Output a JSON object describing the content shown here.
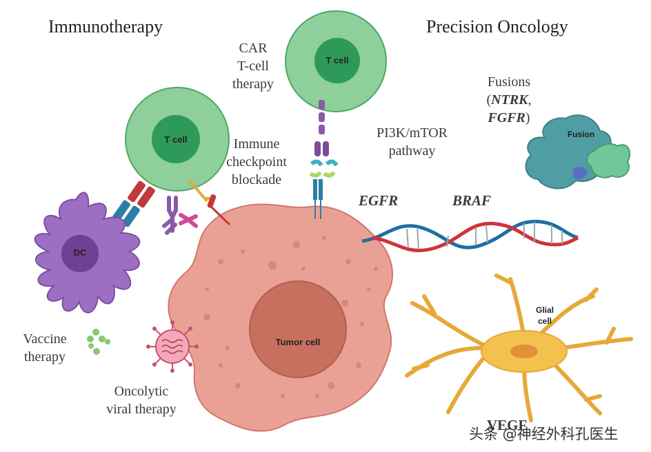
{
  "headings": {
    "left": "Immunotherapy",
    "right": "Precision Oncology"
  },
  "labels": {
    "car_line1": "CAR",
    "car_line2": "T-cell",
    "car_line3": "therapy",
    "checkpoint_line1": "Immune",
    "checkpoint_line2": "checkpoint",
    "checkpoint_line3": "blockade",
    "vaccine_line1": "Vaccine",
    "vaccine_line2": "therapy",
    "oncolytic_line1": "Oncolytic",
    "oncolytic_line2": "viral therapy",
    "pi3k_line1": "PI3K/mTOR",
    "pi3k_line2": "pathway",
    "fusions_line1": "Fusions",
    "fusions_open": "(",
    "fusions_ntrk": "NTRK",
    "fusions_comma": ",",
    "fusions_fgfr": "FGFR",
    "fusions_close": ")",
    "egfr": "EGFR",
    "braf": "BRAF",
    "vegf": "VEGF"
  },
  "cells": {
    "tcell_car": "T cell",
    "tcell_checkpoint": "T cell",
    "dc": "DC",
    "tumor": "Tumor cell",
    "glial_line1": "Glial",
    "glial_line2": "cell",
    "fusion": "Fusion"
  },
  "watermark": "头条 @神经外科孔医生",
  "colors": {
    "tcell_outer": "#8fcf9b",
    "tcell_inner": "#2e9a5a",
    "tumor": "#e8a196",
    "tumor_nucleus": "#c96f60",
    "dc": "#9c6fc2",
    "glial": "#f2c14e",
    "fusion": "#4e9ea3",
    "dna_red": "#d0323a",
    "dna_blue": "#1f6ea3"
  }
}
